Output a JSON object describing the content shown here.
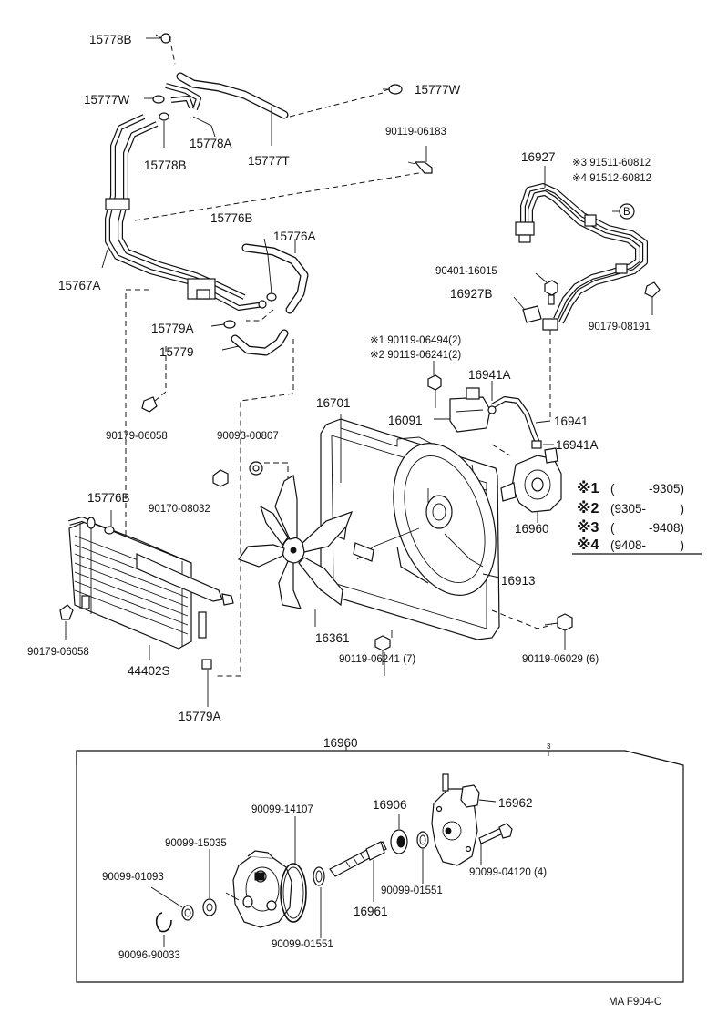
{
  "labels": {
    "p15778B_top": "15778B",
    "p15777W_left": "15777W",
    "p15777W_right": "15777W",
    "p15778A": "15778A",
    "p15778B_mid": "15778B",
    "p15777T": "15777T",
    "p90119_06183": "90119-06183",
    "p16927": "16927",
    "p91511": "※3 91511-60812",
    "p91512": "※4 91512-60812",
    "p15776B_top": "15776B",
    "p15776A": "15776A",
    "p15767A": "15767A",
    "p90401": "90401-16015",
    "p16927B": "16927B",
    "p90179_08191": "90179-08191",
    "p15779A_mid": "15779A",
    "p15779": "15779",
    "p90119_06494": "※1 90119-06494(2)",
    "p90119_06241_2": "※2 90119-06241(2)",
    "p16941A_top": "16941A",
    "p16701": "16701",
    "p16091": "16091",
    "p16941": "16941",
    "p16941A_bot": "16941A",
    "p90179_06058_mid": "90179-06058",
    "p90093": "90093-00807",
    "p15776B_low": "15776B",
    "p90170": "90170-08032",
    "p16960_mid": "16960",
    "p16913": "16913",
    "p90179_06058_low": "90179-06058",
    "p44402S": "44402S",
    "p16361": "16361",
    "p90119_06241_7": "90119-06241 (7)",
    "p90119_06029": "90119-06029 (6)",
    "p15779A_bot": "15779A",
    "p16960_box": "16960",
    "p16962": "16962",
    "p90099_14107": "90099-14107",
    "p16906": "16906",
    "p90099_15035": "90099-15035",
    "p90099_04120": "90099-04120 (4)",
    "p90099_01093": "90099-01093",
    "p90099_01551_a": "90099-01551",
    "p16961": "16961",
    "p90099_01551_b": "90099-01551",
    "p90096": "90096-90033"
  },
  "legend": [
    {
      "mark": "※1",
      "range": "(          -9305)"
    },
    {
      "mark": "※2",
      "range": "(9305-          )"
    },
    {
      "mark": "※3",
      "range": "(          -9408)"
    },
    {
      "mark": "※4",
      "range": "(9408-          )"
    }
  ],
  "code": "MA F904-C",
  "small_mark": "3",
  "circle_mark": "B"
}
